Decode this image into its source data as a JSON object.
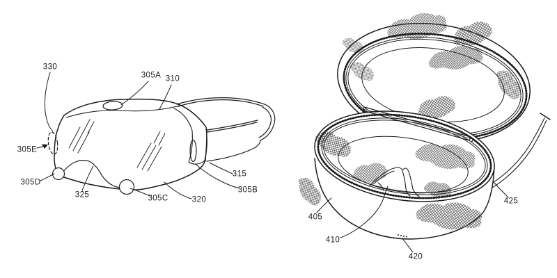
{
  "figure": {
    "background_color": "#ffffff",
    "line_color": "#1b1b1b",
    "views": {
      "headset": {
        "labels": [
          "330",
          "305A",
          "310",
          "305E",
          "305D",
          "325",
          "305C",
          "320",
          "305B",
          "315"
        ]
      },
      "case": {
        "labels": [
          "405",
          "410",
          "420",
          "425"
        ]
      }
    }
  }
}
